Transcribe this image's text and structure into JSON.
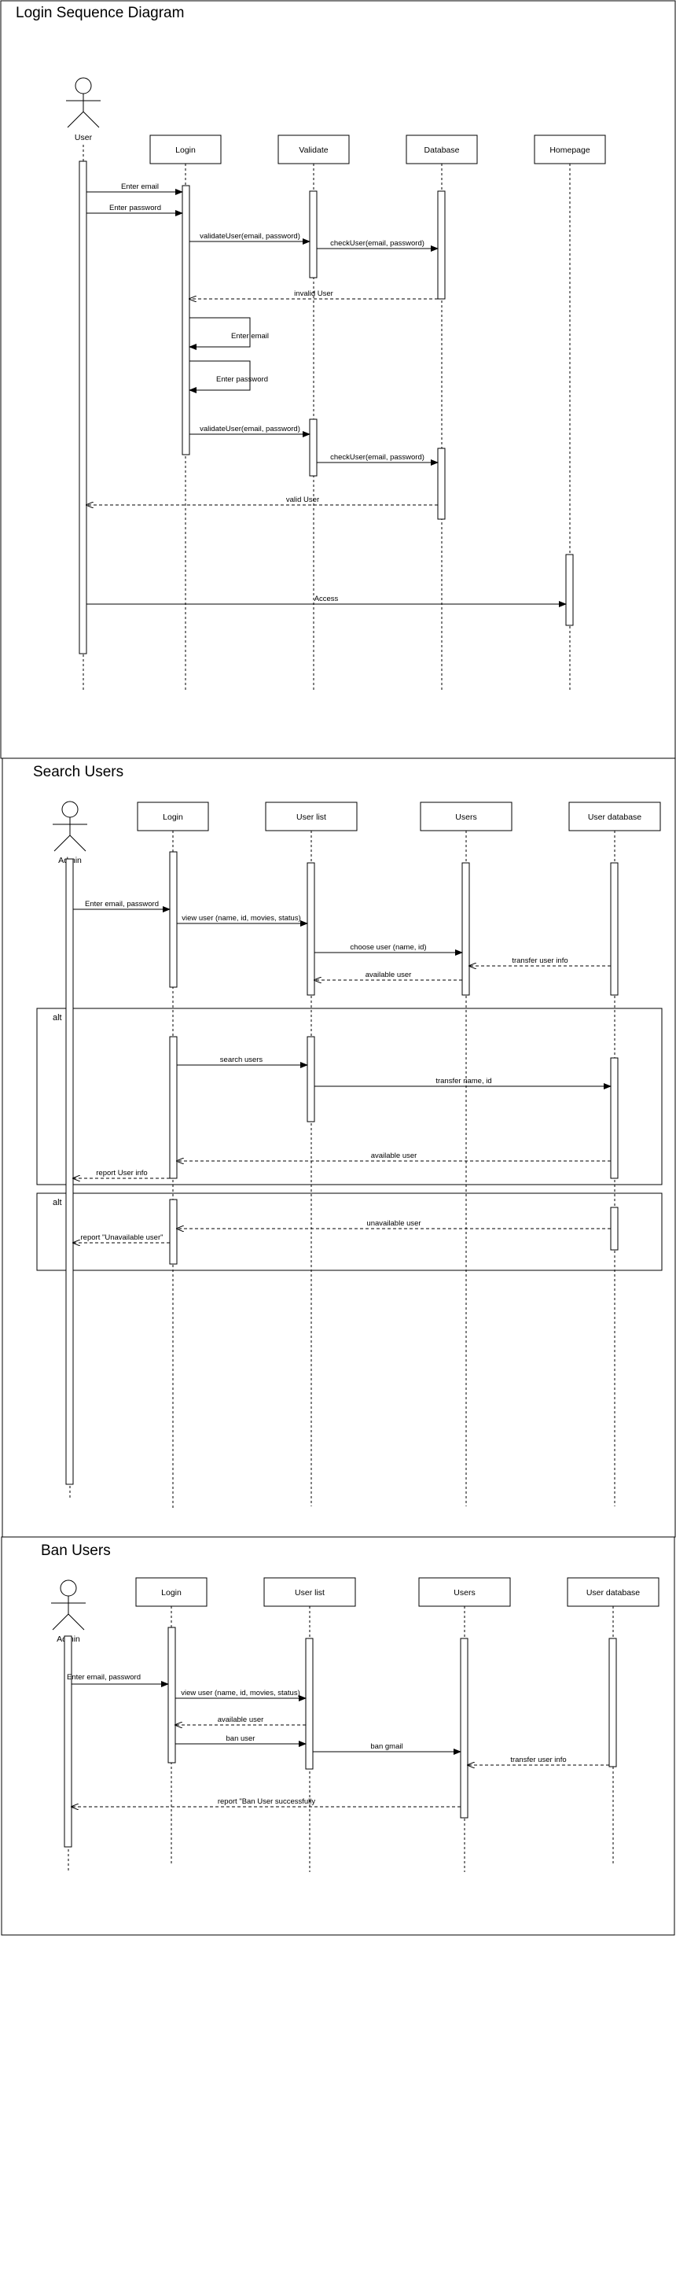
{
  "diagram1": {
    "title": "Login Sequence Diagram",
    "actor": "User",
    "participants": [
      "Login",
      "Validate",
      "Database",
      "Homepage"
    ],
    "messages": [
      "Enter email",
      "Enter password",
      "validateUser(email, password)",
      "checkUser(email, password)",
      "invalid User",
      "Enter email",
      "Enter password",
      "validateUser(email, password)",
      "checkUser(email, password)",
      "valid User",
      "Access"
    ]
  },
  "diagram2": {
    "title": "Search Users",
    "actor": "Admin",
    "participants": [
      "Login",
      "User list",
      "Users",
      "User database"
    ],
    "messages": [
      "Enter email, password",
      "view user (name, id, movies, status)",
      "choose user (name, id)",
      "transfer user info",
      "available user",
      "search users",
      "transfer name, id",
      "available user",
      "report User info",
      "unavailable user",
      "report \"Unavailable user\""
    ],
    "fragments": [
      "alt",
      "alt"
    ]
  },
  "diagram3": {
    "title": "Ban Users",
    "actor": "Admin",
    "participants": [
      "Login",
      "User list",
      "Users",
      "User database"
    ],
    "messages": [
      "Enter email, password",
      "view user (name, id, movies, status)",
      "available user",
      "ban user",
      "ban gmail",
      "transfer user info",
      "report \"Ban User successfully"
    ]
  },
  "colors": {
    "line": "#000000",
    "background": "#ffffff"
  }
}
